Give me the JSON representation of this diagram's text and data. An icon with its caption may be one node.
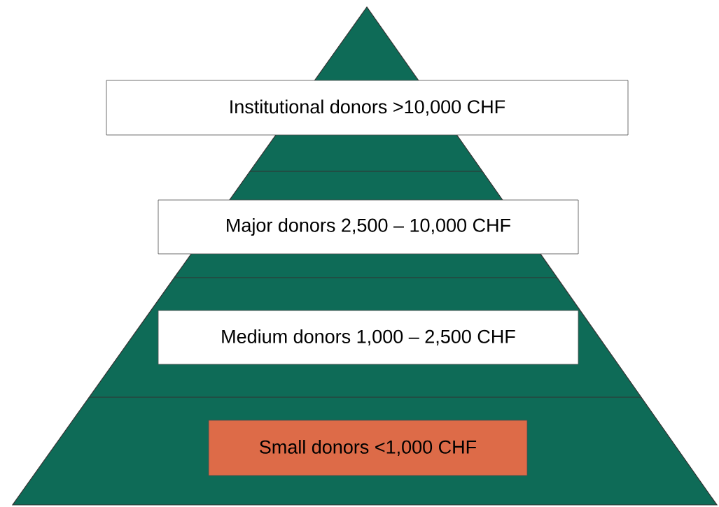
{
  "diagram": {
    "nodes": [
      {
        "text": [
          "Institutional donors >10,000 CHF"
        ]
      },
      {
        "text": [
          "Major donors 2,500 – 10,000 CHF"
        ]
      },
      {
        "text": [
          "Medium donors 1,000 – 2,500 CHF"
        ]
      },
      {
        "text": [
          "Small donors <1,000 CHF"
        ]
      }
    ]
  }
}
